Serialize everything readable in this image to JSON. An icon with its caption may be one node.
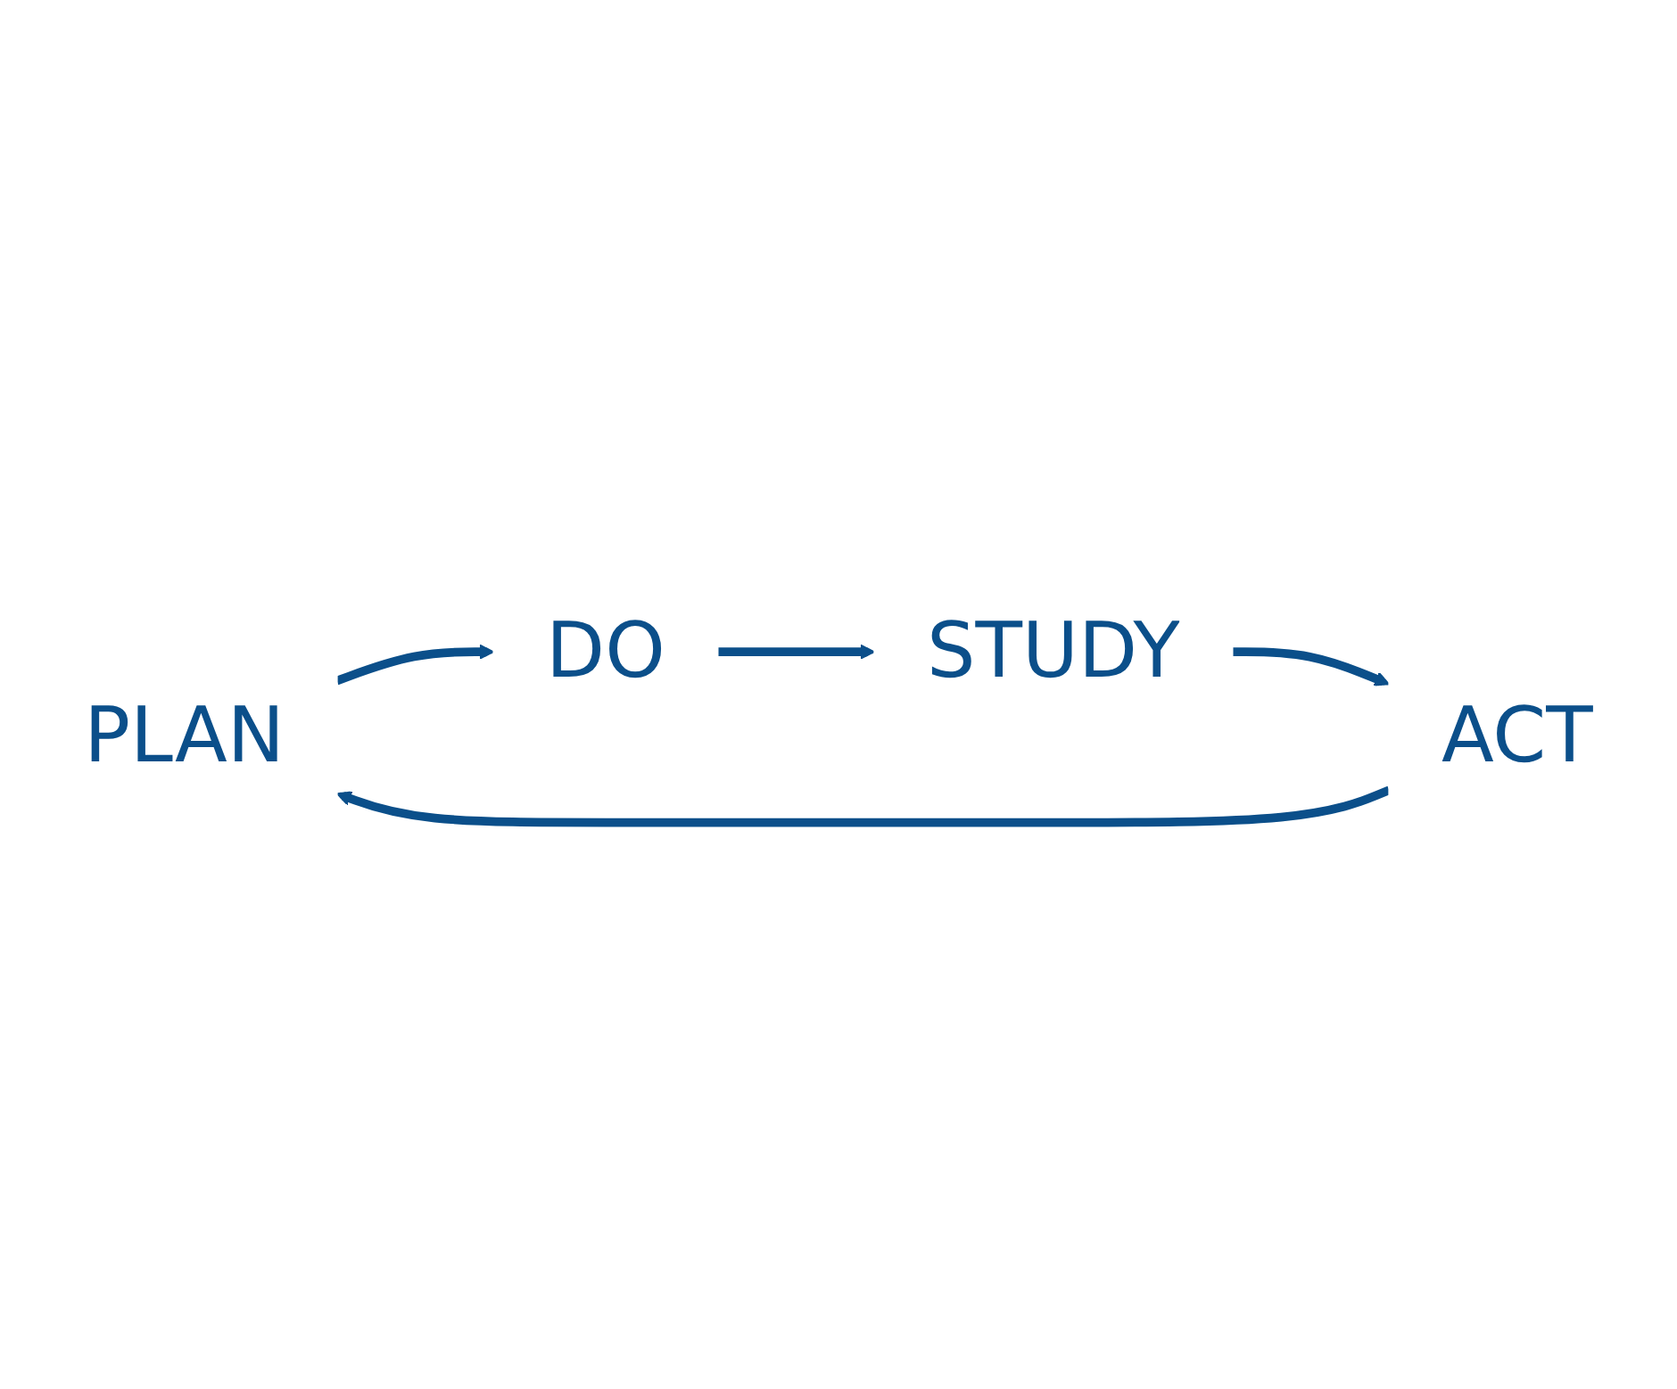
{
  "diagram": {
    "nodes": [
      {
        "text": [
          "PLAN"
        ]
      },
      {
        "text": [
          "DO"
        ]
      },
      {
        "text": [
          "STUDY"
        ]
      },
      {
        "text": [
          "ACT"
        ]
      }
    ],
    "edges": [
      {
        "from": 0,
        "to": 1,
        "arrow": "to"
      },
      {
        "from": 1,
        "to": 2,
        "arrow": "to"
      },
      {
        "from": 2,
        "to": 3,
        "arrow": "to"
      },
      {
        "from": 3,
        "to": 0,
        "arrow": "to"
      }
    ]
  }
}
